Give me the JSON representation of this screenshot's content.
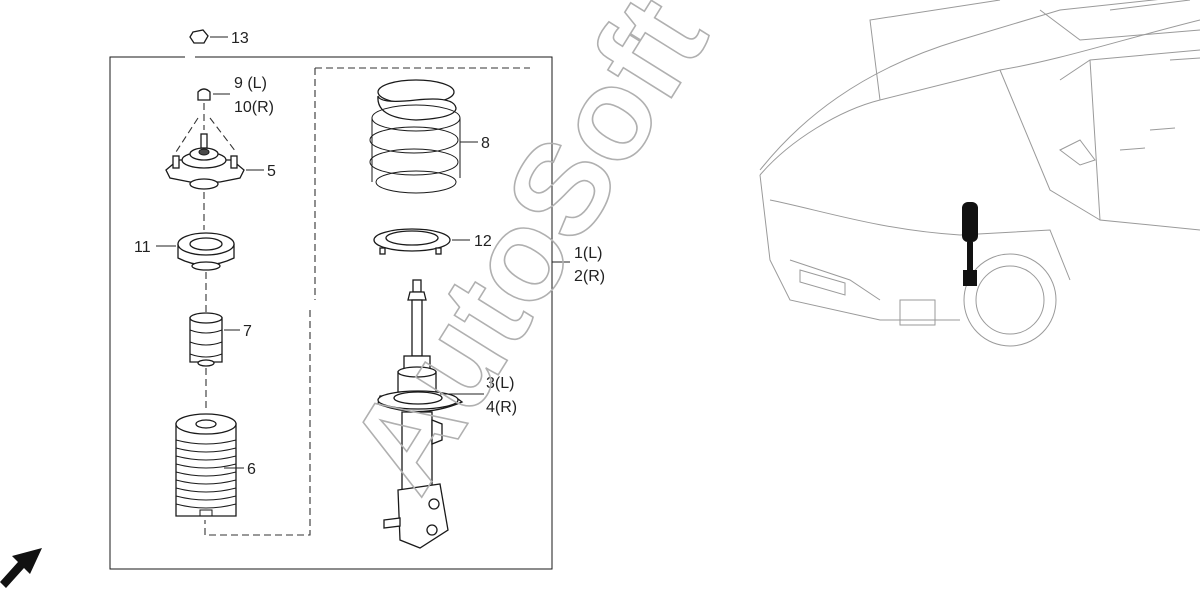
{
  "watermark": "AutoSoft",
  "callouts": {
    "c13": "13",
    "c9": "9 (L)",
    "c10": "10(R)",
    "c5": "5",
    "c11": "11",
    "c7": "7",
    "c6": "6",
    "c8": "8",
    "c12": "12",
    "c1": "1(L)",
    "c2": "2(R)",
    "c3": "3(L)",
    "c4": "4(R)"
  },
  "icons": {
    "front_arrow": "front-direction-arrow-icon"
  },
  "colors": {
    "line": "#1a1a1a",
    "car_outline": "#9a9a9a",
    "watermark": "#b0b0b0",
    "highlight_strut": "#111111"
  }
}
